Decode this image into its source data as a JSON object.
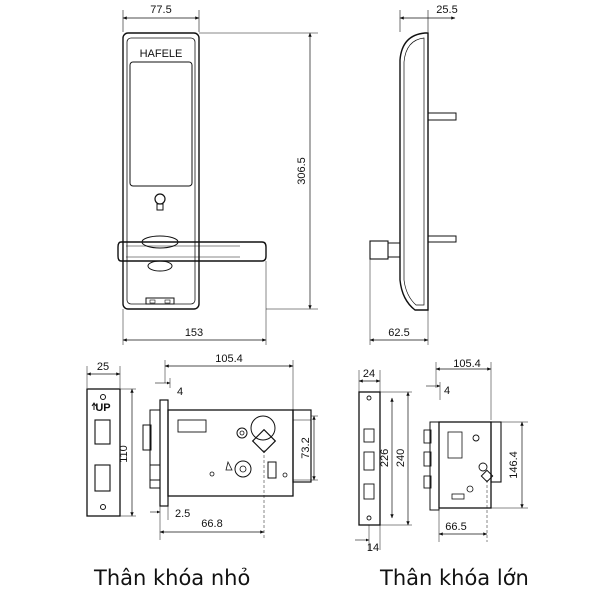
{
  "brand": "HAFELE",
  "top_dimensions": {
    "width_top": "77.5",
    "height": "306.5",
    "depth_top": "25.5",
    "width_bottom": "153",
    "depth_bottom": "62.5"
  },
  "small_body": {
    "faceplate_width": "25",
    "up_marker": "UP",
    "faceplate_height": "110",
    "body_width": "105.4",
    "offset_top": "4",
    "body_height": "73.2",
    "offset_bottom": "2.5",
    "backset": "66.8"
  },
  "large_body": {
    "faceplate_width": "24",
    "plate_height": "240",
    "screw_span": "226",
    "bottom_width": "14",
    "body_width": "105.4",
    "offset_top": "4",
    "body_height": "146.4",
    "backset": "66.5"
  },
  "captions": {
    "small": "Thân khóa nhỏ",
    "large": "Thân khóa lớn"
  }
}
